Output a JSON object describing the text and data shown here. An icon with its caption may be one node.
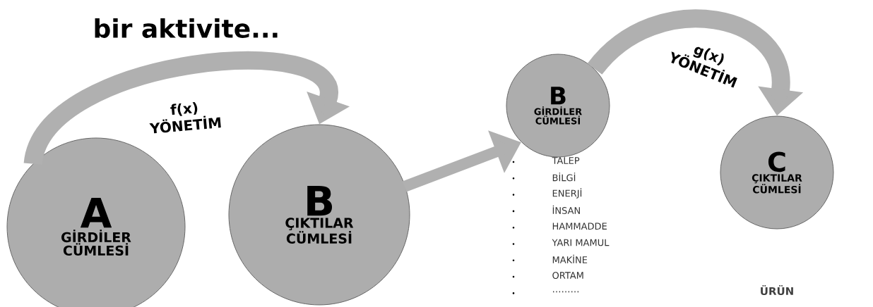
{
  "diagram": {
    "title": "bir aktivite...",
    "nodes": [
      {
        "text": [
          "A",
          "GİRDİLER CÜMLESİ"
        ]
      },
      {
        "text": [
          "B",
          "ÇIKTILAR CÜMLESİ"
        ]
      },
      {
        "text": [
          "B",
          "GİRDİLER CÜMLESİ"
        ]
      },
      {
        "text": [
          "C",
          "ÇIKTILAR CÜMLESİ"
        ]
      }
    ],
    "edges": [
      {
        "from": 0,
        "to": 1,
        "arrow": "to",
        "label": "f(x) YÖNETİM"
      },
      {
        "from": 1,
        "to": 2,
        "arrow": "to"
      },
      {
        "from": 2,
        "to": 3,
        "arrow": "to",
        "label": "g(x) YÖNETİM"
      }
    ],
    "labels": [
      "TALEP",
      "BİLGİ",
      "ENERJİ",
      "İNSAN",
      "HAMMADDE",
      "YARI MAMUL",
      "MAKİNE",
      "ORTAM",
      "………",
      "ÜRÜN"
    ]
  }
}
